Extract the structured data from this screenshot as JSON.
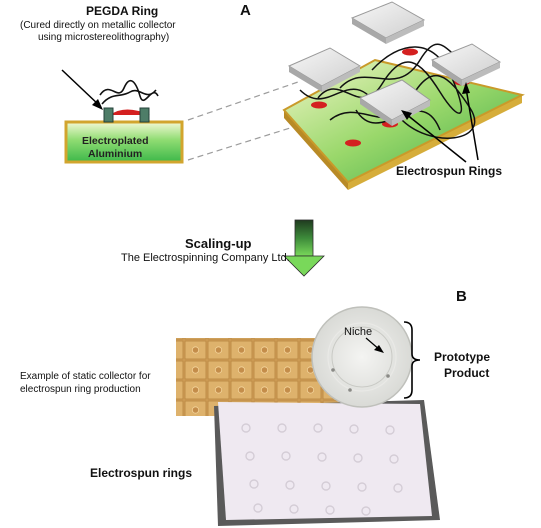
{
  "panel_a": {
    "label": "A",
    "pegda_title": "PEGDA Ring",
    "pegda_sub_line1": "(Cured directly on metallic collector",
    "pegda_sub_line2": "using microstereolithography)",
    "collector_line1": "Electroplated",
    "collector_line2": "Aluminium",
    "electrospun_rings_label": "Electrospun Rings"
  },
  "scaling": {
    "title": "Scaling-up",
    "company": "The Electrospinning Company Ltd."
  },
  "panel_b": {
    "label": "B",
    "example_line1": "Example of static collector for",
    "example_line2": "electrospun ring production",
    "niche_label": "Niche",
    "prototype_line1": "Prototype",
    "prototype_line2": "Product",
    "electrospun_rings_label": "Electrospun rings"
  },
  "colors": {
    "collector_green": "#6fd06a",
    "collector_gold": "#d9b640",
    "ring_red": "#d42020",
    "arrow_green": "#5cc04a",
    "gold_mat": "#c89a52",
    "paper": "#ece6ef"
  }
}
